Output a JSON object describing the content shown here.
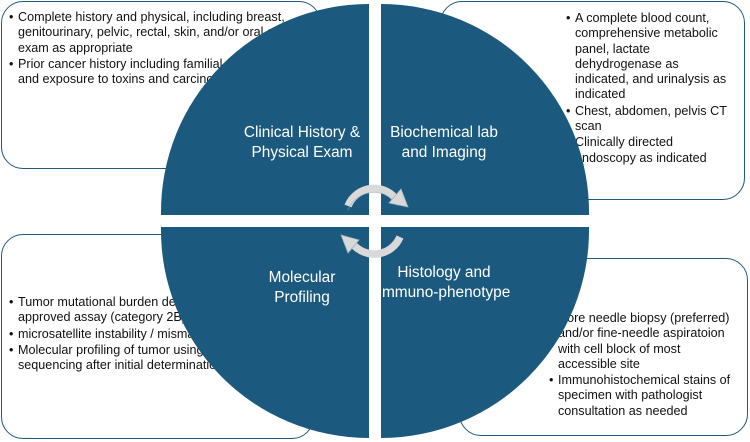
{
  "quadrants": {
    "top_left": "Clinical History & Physical Exam",
    "top_right": "Biochemical lab and Imaging",
    "bottom_left": "Molecular Profiling",
    "bottom_right": "Histology and Immuno-phenotype"
  },
  "boxes": {
    "top_left": [
      "Complete history and physical, including breast, genitourinary, pelvic, rectal, skin, and/or oral cavity exam as appropriate",
      "Prior cancer history including familial predisposition and exposure to toxins and carcinogens"
    ],
    "top_right": [
      "A complete blood count, comprehensive metabolic panel, lactate dehydrogenase as indicated, and urinalysis as indicated",
      "Chest, abdomen, pelvis CT scan",
      "Clinically directed endoscopy as indicated"
    ],
    "bottom_left": [
      "Tumor mutational burden determination by a FDA approved assay (category 2B)",
      "microsatellite instability / mismatch repair testing",
      "Molecular profiling of tumor using next-generation sequencing after initial determination of histology"
    ],
    "bottom_right": [
      "Core needle biopsy (preferred) and/or fine-needle aspiratoion with cell block of most accessible site",
      "Immunohistochemical stains of specimen with pathologist consultation as needed"
    ]
  },
  "colors": {
    "quadrant_fill": "#1b5a7e",
    "box_border": "#1f5a7e",
    "arrow_fill": "#d9d9d9"
  },
  "icons": [
    "cycle-arrow-icon",
    "cycle-arrow-icon"
  ]
}
